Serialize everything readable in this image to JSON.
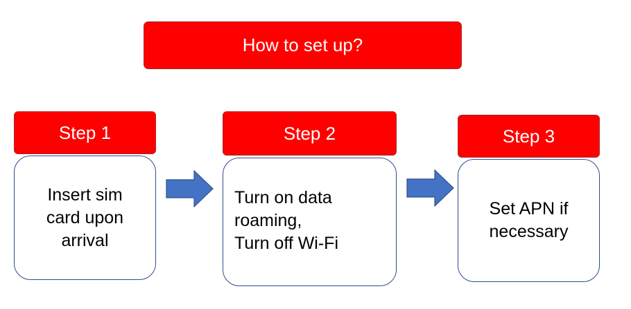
{
  "title": "How to set up?",
  "steps": [
    {
      "header": "Step 1",
      "lines": [
        "Insert sim",
        "card upon",
        "arrival"
      ]
    },
    {
      "header": "Step 2",
      "lines": [
        "Turn on data",
        "roaming,",
        "Turn off Wi-Fi"
      ]
    },
    {
      "header": "Step 3",
      "lines": [
        "Set APN if",
        "necessary"
      ]
    }
  ],
  "colors": {
    "header_fill": "#ff0000",
    "header_text": "#ffffff",
    "box_border": "#2f4a8a",
    "arrow_fill": "#4472c4"
  },
  "icons": [
    "right-arrow-icon",
    "right-arrow-icon"
  ]
}
